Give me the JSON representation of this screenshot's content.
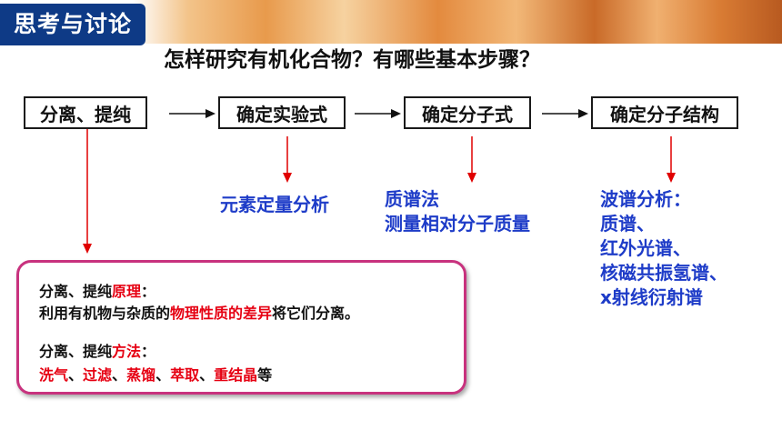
{
  "header": {
    "badge": "思考与讨论"
  },
  "question": "怎样研究有机化合物？有哪些基本步骤？",
  "steps": [
    "分离、提纯",
    "确定实验式",
    "确定分子式",
    "确定分子结构"
  ],
  "methods": {
    "empirical": "元素定量分析",
    "formula": [
      "质谱法",
      "测量相对分子质量"
    ],
    "structure": [
      "波谱分析：",
      "质谱、",
      "红外光谱、",
      "核磁共振氢谱、",
      "x射线衍射谱"
    ]
  },
  "separation_box": {
    "principle_prefix": "分离、提纯",
    "principle_key": "原理",
    "principle_suffix": "：",
    "principle_desc_a": "利用有机物与杂质的",
    "principle_desc_key": "物理性质的差异",
    "principle_desc_b": "将它们分离。",
    "method_prefix": "分离、提纯",
    "method_key": "方法",
    "method_suffix": "：",
    "method_items": [
      "洗气",
      "过滤",
      "蒸馏",
      "萃取",
      "重结晶"
    ],
    "method_sep": "、",
    "method_end": "等"
  },
  "colors": {
    "badge_bg": "#0e3a86",
    "blue_text": "#1e3cc8",
    "red_text": "#e60012",
    "box_border": "#c8327e",
    "arrow_red": "#e00000"
  }
}
